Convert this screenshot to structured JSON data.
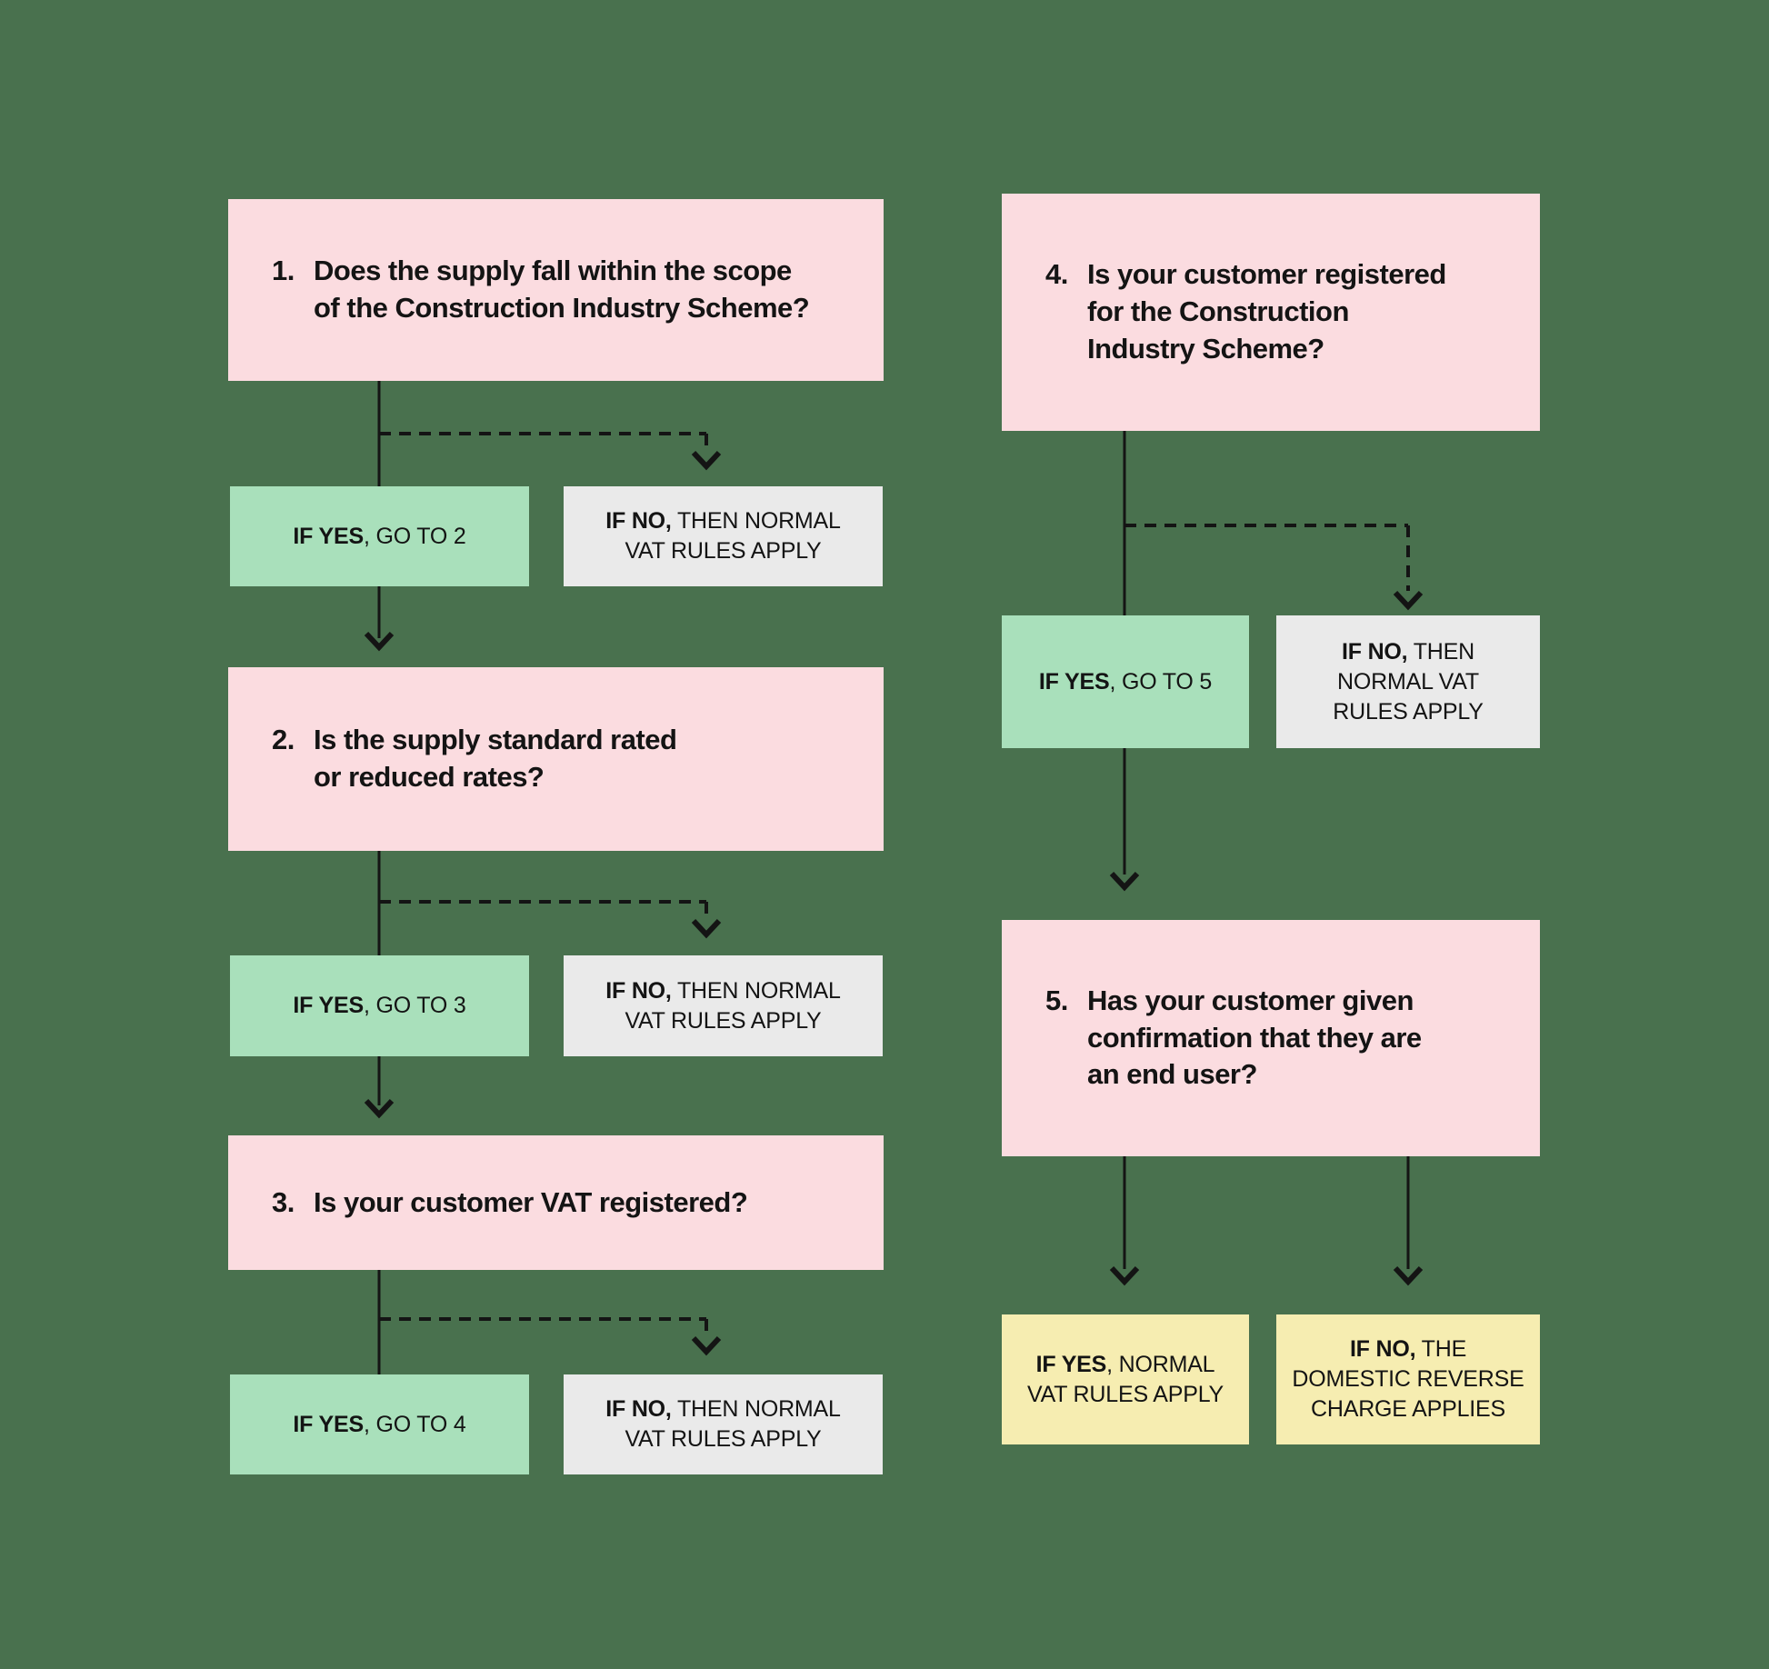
{
  "colors": {
    "background": "#49714E",
    "question_box": "#FBDCE0",
    "yes_box": "#A9E0BB",
    "no_box": "#EAEAEA",
    "outcome_box": "#F6EDB1",
    "line": "#141414"
  },
  "boxes": {
    "q1": {
      "number": "1.",
      "text": "Does the supply fall within the scope\nof the Construction Industry Scheme?"
    },
    "yes1": {
      "bold": "IF YES",
      "rest": ", GO TO 2"
    },
    "no1": {
      "bold": "IF NO,",
      "rest": " THEN NORMAL\nVAT RULES APPLY"
    },
    "q2": {
      "number": "2.",
      "text": "Is the supply standard rated\nor reduced rates?"
    },
    "yes2": {
      "bold": "IF YES",
      "rest": ", GO TO 3"
    },
    "no2": {
      "bold": "IF NO,",
      "rest": " THEN NORMAL\nVAT RULES APPLY"
    },
    "q3": {
      "number": "3.",
      "text": "Is your customer VAT registered?"
    },
    "yes3": {
      "bold": "IF YES",
      "rest": ", GO TO 4"
    },
    "no3": {
      "bold": "IF NO,",
      "rest": " THEN NORMAL\nVAT RULES APPLY"
    },
    "q4": {
      "number": "4.",
      "text": "Is your customer registered\nfor the Construction\nIndustry Scheme?"
    },
    "yes4": {
      "bold": "IF YES",
      "rest": ", GO TO 5"
    },
    "no4": {
      "bold": "IF NO,",
      "rest": " THEN\nNORMAL VAT\nRULES APPLY"
    },
    "q5": {
      "number": "5.",
      "text": "Has your customer given\nconfirmation that they are\nan end user?"
    },
    "yes5": {
      "bold": "IF YES",
      "rest": ", NORMAL\nVAT RULES APPLY"
    },
    "no5": {
      "bold": "IF NO,",
      "rest": " THE\nDOMESTIC REVERSE\nCHARGE APPLIES"
    }
  }
}
